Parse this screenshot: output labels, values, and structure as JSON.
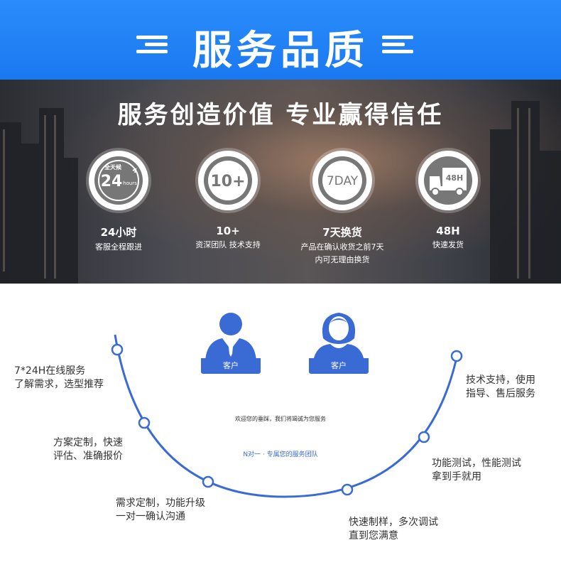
{
  "header": {
    "title": "服务品质"
  },
  "banner": {
    "slogan": "服务创造价值  专业赢得信任",
    "features": [
      {
        "icon": "24-hours-clock-icon",
        "icon_top": "全天候",
        "icon_main": "24",
        "icon_sub": "hours",
        "title": "24小时",
        "sub1": "客服全程跟进",
        "sub2": ""
      },
      {
        "icon": "ten-plus-icon",
        "icon_main": "10+",
        "title": "10+",
        "sub1": "资深团队 技术支持",
        "sub2": ""
      },
      {
        "icon": "seven-day-icon",
        "icon_main": "7DAY",
        "title": "7天换货",
        "sub1": "产品在确认收货之前7天",
        "sub2": "内可无理由换货"
      },
      {
        "icon": "delivery-truck-icon",
        "icon_main": "48H",
        "title": "48H",
        "sub1": "快速发货",
        "sub2": ""
      }
    ]
  },
  "process": {
    "customer_label": "客户",
    "welcome": "欢迎您的垂踩，我们将竭诚为您服务",
    "team": "N对一 · 专属您的服务团队",
    "steps": [
      {
        "line1": "7*24H在线服务",
        "line2": "了解需求，选型推荐"
      },
      {
        "line1": "方案定制，快速",
        "line2": "评估、准确报价"
      },
      {
        "line1": "需求定制，功能升级",
        "line2": "一对一确认沟通"
      },
      {
        "line1": "快速制样，多次调试",
        "line2": "直到您满意"
      },
      {
        "line1": "功能测试，性能测试",
        "line2": "拿到手就用"
      },
      {
        "line1": "技术支持，使用",
        "line2": "指导、售后服务"
      }
    ]
  },
  "colors": {
    "header_blue": "#1a78f0",
    "arc_blue": "#3a6bd4"
  }
}
